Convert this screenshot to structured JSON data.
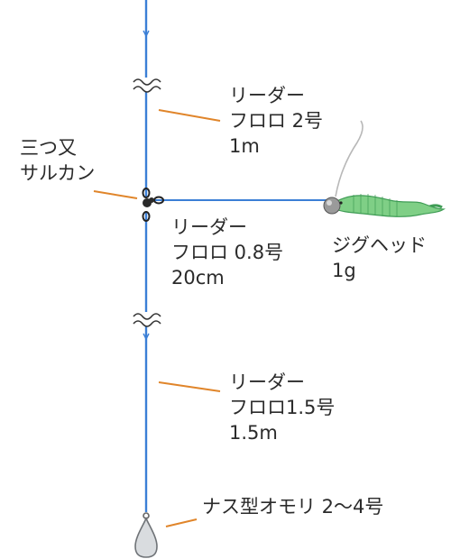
{
  "labels": {
    "main_leader": {
      "line1": "リーダー",
      "line2": "フロロ 2号",
      "line3": "1m"
    },
    "swivel": {
      "line1": "三つ又",
      "line2": "サルカン"
    },
    "branch_leader": {
      "line1": "リーダー",
      "line2": "フロロ 0.8号",
      "line3": "20cm"
    },
    "jighead": {
      "line1": "ジグヘッド",
      "line2": "1g"
    },
    "lower_leader": {
      "line1": "リーダー",
      "line2": "フロロ1.5号",
      "line3": "1.5m"
    },
    "sinker": {
      "line1": "ナス型オモリ 2〜4号"
    }
  },
  "colors": {
    "line": "#3b7fd6",
    "callout": "#e0852a",
    "worm": "#7fcf86",
    "worm_dark": "#3f9c55",
    "jig_head": "#9a9a9a",
    "sinker": "#d9dcdf",
    "text": "#2b2b2b"
  },
  "icons": {
    "cut_mark": "double-tilde",
    "swivel": "three-way-swivel",
    "lure": "jighead-worm",
    "weight": "egg-sinker"
  }
}
